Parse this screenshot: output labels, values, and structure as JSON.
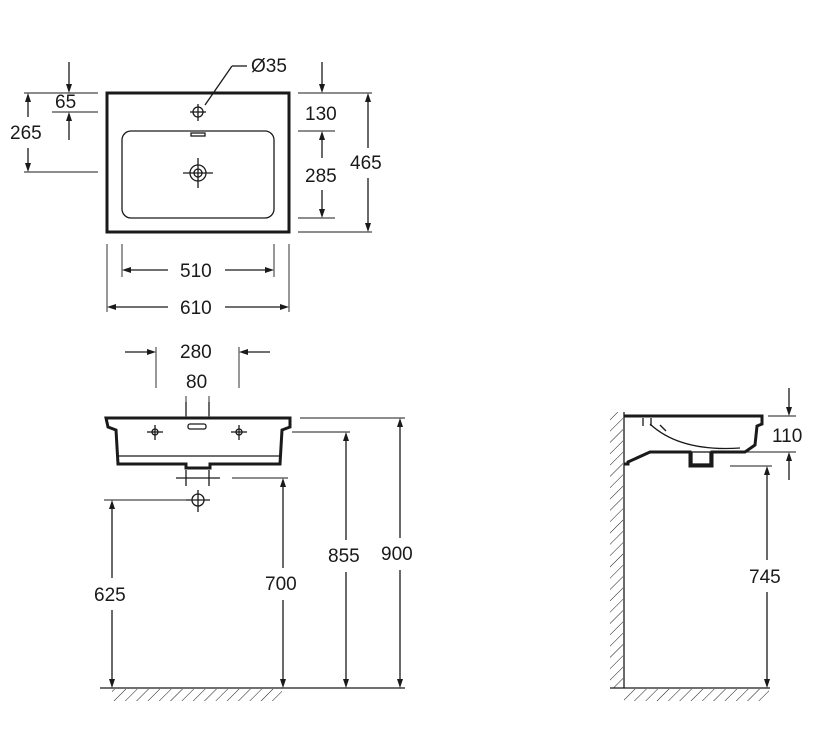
{
  "plan_view": {
    "hole_diameter": "Ø35",
    "d65": "65",
    "d265": "265",
    "d130": "130",
    "d285": "285",
    "d465": "465",
    "d510": "510",
    "d610": "610"
  },
  "front_view": {
    "d280": "280",
    "d80": "80",
    "d625": "625",
    "d700": "700",
    "d855": "855",
    "d900": "900"
  },
  "side_view": {
    "d110": "110",
    "d745": "745"
  }
}
